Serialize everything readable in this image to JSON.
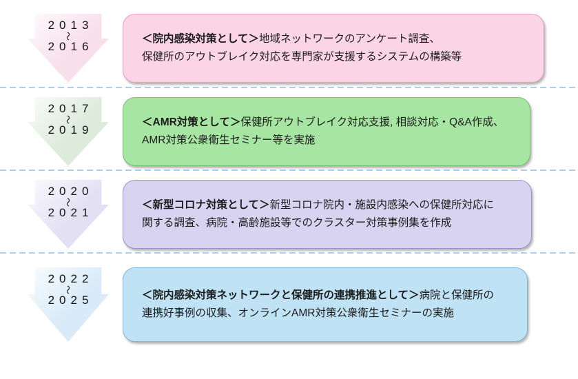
{
  "page": {
    "background": "#ffffff",
    "separator_color": "#a3d3ee"
  },
  "timeline": {
    "rows": [
      {
        "period": {
          "start": "2013",
          "wave": "〜",
          "end": "2016"
        },
        "heading": "＜院内感染対策として＞",
        "line1": "地域ネットワークのアンケート調査、",
        "line2": "保健所のアウトブレイク対応を専門家が支援するシステムの構築等",
        "colors": {
          "arrow": "#f8e0eb",
          "box_bg": "#fbd5e5",
          "box_border": "#e89ebc"
        }
      },
      {
        "period": {
          "start": "2017",
          "wave": "〜",
          "end": "2019"
        },
        "heading": "＜AMR対策として＞",
        "line1": "保健所アウトブレイク対応支援, 相談対応・Q&A作成、",
        "line2": "AMR対策公衆衛生セミナー等を実施",
        "colors": {
          "arrow": "#dcebdb",
          "box_bg": "#a7e5a2",
          "box_border": "#71c171"
        }
      },
      {
        "period": {
          "start": "2020",
          "wave": "〜",
          "end": "2021"
        },
        "heading": "＜新型コロナ対策として＞",
        "line1": "新型コロナ院内・施設内感染への保健所対応に",
        "line2": "関する調査、病院・高齢施設等でのクラスター対策事例集を作成",
        "colors": {
          "arrow": "#e3e0f4",
          "box_bg": "#d8d3f0",
          "box_border": "#9c92cf"
        }
      },
      {
        "period": {
          "start": "2022",
          "wave": "〜",
          "end": "2025"
        },
        "heading": "＜院内感染対策ネットワークと保健所の連携推進として＞",
        "line1": "病院と保健所の",
        "line2": "連携好事例の収集、オンラインAMR対策公衆衛生セミナーの実施",
        "colors": {
          "arrow": "#d9ebf8",
          "box_bg": "#bfe2f5",
          "box_border": "#85b5d9"
        }
      }
    ]
  }
}
